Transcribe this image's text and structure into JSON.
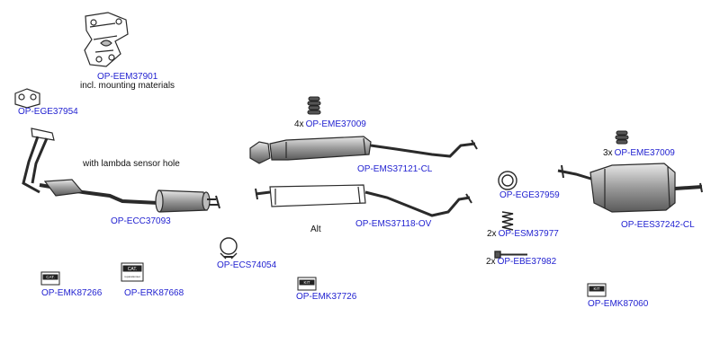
{
  "colors": {
    "part_code": "#1f1fd0",
    "drawing_line": "#2a2a2a",
    "part_fill": "#9a9a9a",
    "bg": "#ffffff"
  },
  "parts": [
    {
      "code": "OP-EEM37901",
      "note": "incl. mounting materials",
      "icon": "exhaust-manifold-icon"
    },
    {
      "code": "OP-EGE37954",
      "icon": "gasket-icon"
    },
    {
      "code": "OP-ECC37093",
      "note": "with lambda sensor hole",
      "icon": "catalytic-converter-icon"
    },
    {
      "code": "OP-EME37009",
      "qty": "4x",
      "icon": "rubber-mount-icon"
    },
    {
      "code": "OP-EMS37121-CL",
      "icon": "middle-silencer-icon"
    },
    {
      "code": "OP-EMS37118-OV",
      "note": "Alt",
      "icon": "middle-silencer-alt-icon"
    },
    {
      "code": "OP-ECS74054",
      "icon": "clamp-icon"
    },
    {
      "code": "OP-EMK87266",
      "icon": "cat-kit-icon",
      "kit_label": "CAT."
    },
    {
      "code": "OP-ERK87668",
      "icon": "cat-repair-kit-icon",
      "kit_label": "CAT.",
      "kit_sublabel": "reparationset"
    },
    {
      "code": "OP-EMK37726",
      "icon": "kit-icon",
      "kit_label": "KIT"
    },
    {
      "code": "OP-EGE37959",
      "icon": "ring-gasket-icon"
    },
    {
      "code": "OP-ESM37977",
      "qty": "2x",
      "icon": "spring-icon"
    },
    {
      "code": "OP-EBE37982",
      "qty": "2x",
      "icon": "bolt-icon"
    },
    {
      "code": "OP-EME37009",
      "qty": "3x",
      "icon": "rubber-mount-icon"
    },
    {
      "code": "OP-EES37242-CL",
      "icon": "rear-silencer-icon"
    },
    {
      "code": "OP-EMK87060",
      "icon": "kit-icon",
      "kit_label": "KIT"
    }
  ]
}
